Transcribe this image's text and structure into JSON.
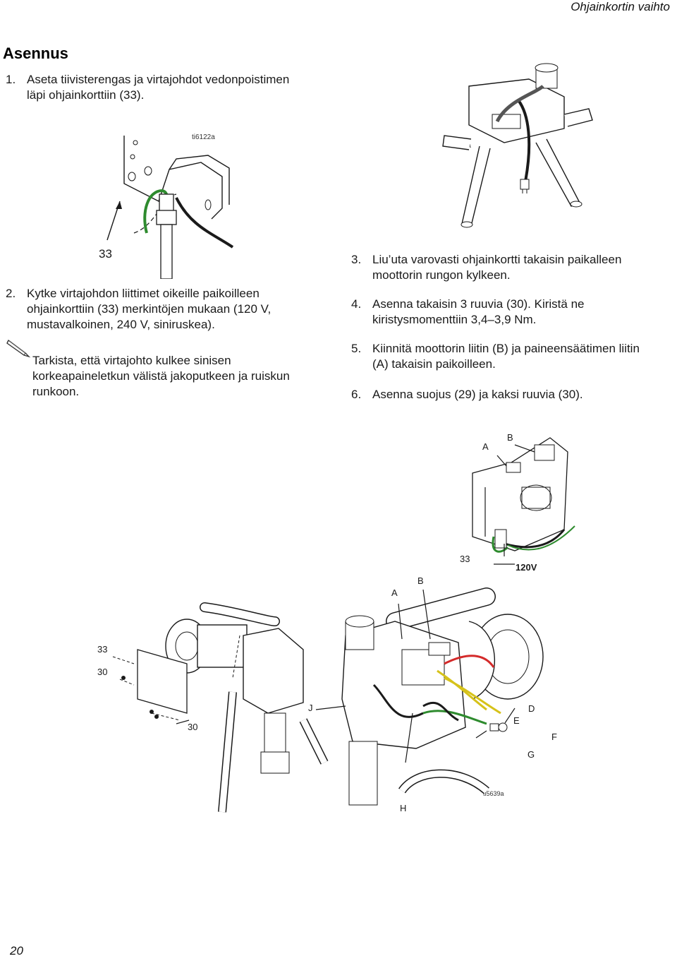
{
  "header": {
    "title": "Ohjainkortin vaihto"
  },
  "section": {
    "title": "Asennus"
  },
  "steps_left": [
    {
      "num": "1.",
      "lines": [
        "Aseta tiivisterengas ja virtajohdot vedonpoistimen",
        "läpi ohjainkorttiin (33)."
      ]
    },
    {
      "num": "2.",
      "lines": [
        "Kytke virtajohdon liittimet oikeille paikoilleen",
        "ohjainkorttiin (33) merkintöjen mukaan (120 V,",
        "mustavalkoinen, 240 V, siniruskea)."
      ]
    }
  ],
  "note": {
    "icon": "pencil-icon",
    "lines": [
      "Tarkista, että virtajohto kulkee sinisen",
      "korkeapaineletkun välistä jakoputkeen ja ruiskun",
      "runkoon."
    ]
  },
  "steps_right": [
    {
      "num": "3.",
      "lines": [
        "Liu’uta varovasti ohjainkortti takaisin paikalleen",
        "moottorin rungon kylkeen."
      ]
    },
    {
      "num": "4.",
      "lines": [
        "Asenna takaisin 3 ruuvia (30). Kiristä ne",
        "kiristysmomenttiin 3,4–3,9 Nm."
      ]
    },
    {
      "num": "5.",
      "lines": [
        "Kiinnitä moottorin liitin (B) ja paineensäätimen liitin",
        "(A) takaisin paikoilleen."
      ]
    },
    {
      "num": "6.",
      "lines": [
        "Asenna suojus (29) ja kaksi ruuvia (30)."
      ]
    }
  ],
  "figures": {
    "fig1": {
      "id": "ti6122a",
      "callout": "33"
    },
    "fig2": {
      "id": "ti6125a"
    },
    "fig3": {
      "callout_a": "A",
      "callout_b": "B",
      "callout_33": "33",
      "callout_120v": "120V"
    },
    "fig4": {
      "id": "ti5639a",
      "labels": {
        "a": "A",
        "b": "B",
        "n33": "33",
        "n30a": "30",
        "n30b": "30",
        "j": "J",
        "d": "D",
        "e": "E",
        "f": "F",
        "g": "G",
        "h": "H"
      }
    }
  },
  "colors": {
    "wire_green": "#2e8b2e",
    "wire_red": "#d42a2a",
    "wire_yellow": "#d6c21a",
    "line": "#1a1a1a"
  },
  "page": {
    "number": "20"
  }
}
